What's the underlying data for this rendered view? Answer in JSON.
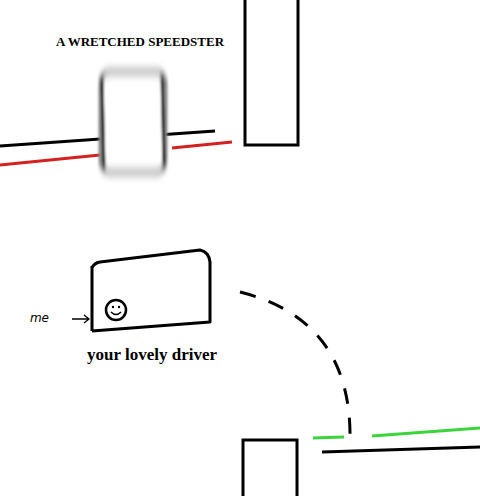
{
  "diagram": {
    "labels": [
      "A WRETCHED SPEEDSTER",
      "me",
      "your lovely driver"
    ]
  }
}
